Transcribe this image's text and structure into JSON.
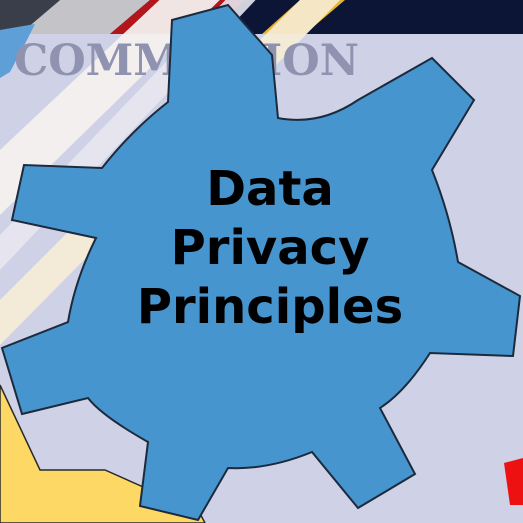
{
  "background": {
    "banner_text": "COMMISSION"
  },
  "gear": {
    "title_lines": [
      "Data",
      "Privacy",
      "Principles"
    ],
    "fill_color": "#4795cf",
    "stroke_color": "#1c2a3c"
  },
  "colors": {
    "slide_background": "#cfd2e6",
    "top_bar": "#0c1535",
    "red_stripe": "#b2151b",
    "gold_stripe": "#e4b532",
    "arrow_blue": "#5e9fd8",
    "yellow_shape": "#fdd865",
    "red_shape": "#ee1111"
  }
}
